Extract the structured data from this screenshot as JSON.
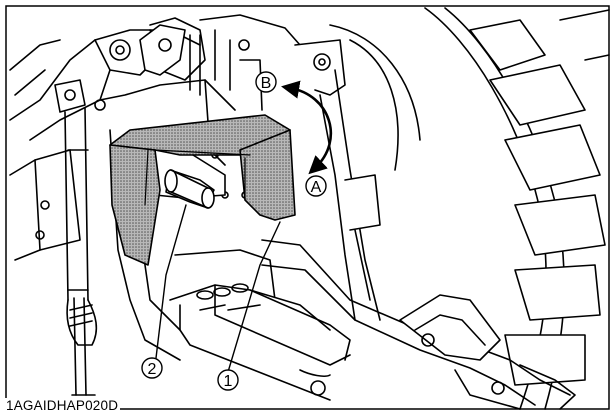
{
  "figure": {
    "code": "1AGAIDHAP020D",
    "callouts": [
      {
        "label": "1"
      },
      {
        "label": "2"
      }
    ],
    "direction_markers": [
      {
        "label": "A"
      },
      {
        "label": "B"
      }
    ]
  },
  "colors": {
    "line": "#000000",
    "shield_fill": "#9a9a9a",
    "background": "#ffffff"
  }
}
